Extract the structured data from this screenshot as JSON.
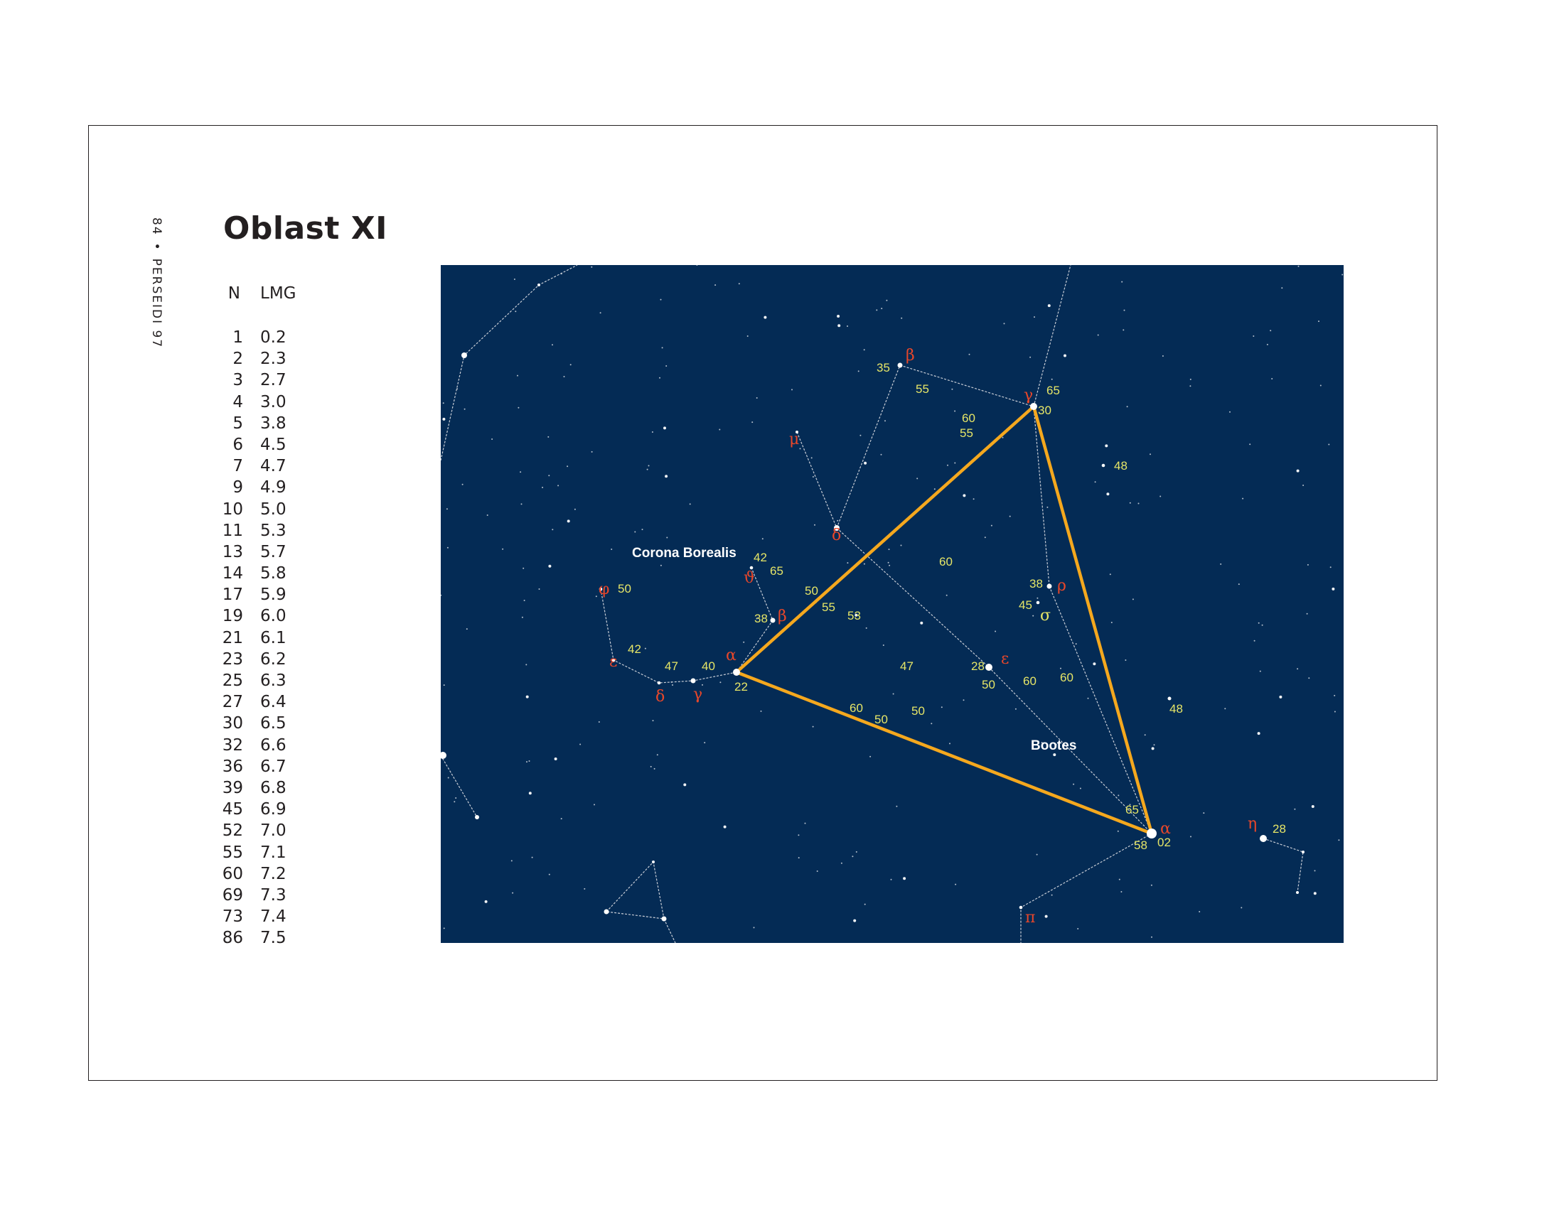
{
  "page": {
    "title": "Oblast XI",
    "page_number": "84",
    "separator": "•",
    "running_head": "PERSEIDI 97"
  },
  "lmg_table": {
    "headers": {
      "n": "N",
      "lmg": "LMG"
    },
    "rows": [
      {
        "n": "1",
        "lmg": "0.2"
      },
      {
        "n": "2",
        "lmg": "2.3"
      },
      {
        "n": "3",
        "lmg": "2.7"
      },
      {
        "n": "4",
        "lmg": "3.0"
      },
      {
        "n": "5",
        "lmg": "3.8"
      },
      {
        "n": "6",
        "lmg": "4.5"
      },
      {
        "n": "7",
        "lmg": "4.7"
      },
      {
        "n": "9",
        "lmg": "4.9"
      },
      {
        "n": "10",
        "lmg": "5.0"
      },
      {
        "n": "11",
        "lmg": "5.3"
      },
      {
        "n": "13",
        "lmg": "5.7"
      },
      {
        "n": "14",
        "lmg": "5.8"
      },
      {
        "n": "17",
        "lmg": "5.9"
      },
      {
        "n": "19",
        "lmg": "6.0"
      },
      {
        "n": "21",
        "lmg": "6.1"
      },
      {
        "n": "23",
        "lmg": "6.2"
      },
      {
        "n": "25",
        "lmg": "6.3"
      },
      {
        "n": "27",
        "lmg": "6.4"
      },
      {
        "n": "30",
        "lmg": "6.5"
      },
      {
        "n": "32",
        "lmg": "6.6"
      },
      {
        "n": "36",
        "lmg": "6.7"
      },
      {
        "n": "39",
        "lmg": "6.8"
      },
      {
        "n": "45",
        "lmg": "6.9"
      },
      {
        "n": "52",
        "lmg": "7.0"
      },
      {
        "n": "55",
        "lmg": "7.1"
      },
      {
        "n": "60",
        "lmg": "7.2"
      },
      {
        "n": "69",
        "lmg": "7.3"
      },
      {
        "n": "73",
        "lmg": "7.4"
      },
      {
        "n": "86",
        "lmg": "7.5"
      }
    ]
  },
  "map": {
    "colors": {
      "sky": "#042b55",
      "star": "#ffffff",
      "greek_label": "#e8472a",
      "magnitude_label": "#e6e667",
      "triangle": "#f5a81e",
      "constellation_line": "#c8cdd6"
    },
    "constellation_names": {
      "corona_borealis": "Corona Borealis",
      "bootes": "Bootes"
    },
    "greek_letters": {
      "cb_alpha": "α",
      "cb_beta": "β",
      "cb_gamma": "γ",
      "cb_delta": "δ",
      "cb_epsilon": "ε",
      "cb_theta": "ϑ",
      "cb_phi": "φ",
      "boo_alpha": "α",
      "boo_beta": "β",
      "boo_gamma": "γ",
      "boo_delta": "δ",
      "boo_epsilon": "ε",
      "boo_mu": "μ",
      "boo_rho": "ρ",
      "boo_sigma": "σ",
      "boo_eta": "η",
      "boo_pi": "π"
    },
    "magnitudes": {
      "m35": "35",
      "m55a": "55",
      "m65a": "65",
      "m30": "30",
      "m60a": "60",
      "m55b": "55",
      "m48a": "48",
      "m60b": "60",
      "m42a": "42",
      "m65b": "65",
      "m50a": "50",
      "m55c": "55",
      "m53": "53",
      "m38a": "38",
      "m38b": "38",
      "m45": "45",
      "m50b": "50",
      "m42b": "42",
      "m47a": "47",
      "m40": "40",
      "m22": "22",
      "m47b": "47",
      "m28a": "28",
      "m50c": "50",
      "m60c": "60",
      "m60d": "60",
      "m48b": "48",
      "m60e": "60",
      "m50d": "50",
      "m50e": "50",
      "m65c": "65",
      "m58": "58",
      "m02": "02",
      "m28b": "28"
    }
  }
}
